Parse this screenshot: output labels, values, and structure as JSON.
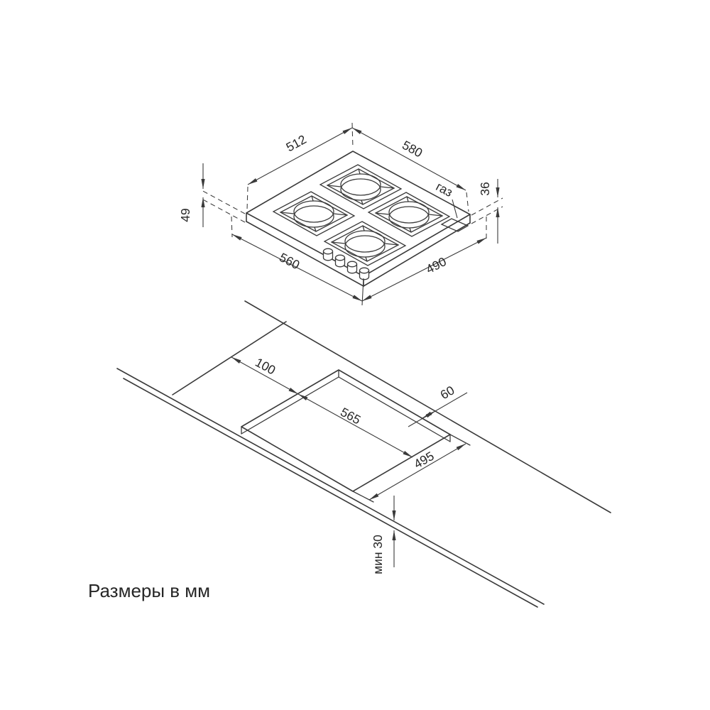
{
  "note": "Размеры в мм",
  "colors": {
    "line": "#3a3a3a",
    "text": "#262626",
    "background": "#ffffff"
  },
  "hob_view": {
    "dim_top_left_edge": "512",
    "dim_top_right_edge": "580",
    "dim_left_height": "49",
    "dim_right_height": "36",
    "dim_bottom_left_edge": "560",
    "dim_bottom_right_edge": "490",
    "gas_label": "газ"
  },
  "cutout_view": {
    "dim_side_clearance": "100",
    "dim_back_clearance": "60",
    "dim_cutout_length": "565",
    "dim_cutout_width": "495",
    "dim_front_min": "мин 30"
  }
}
